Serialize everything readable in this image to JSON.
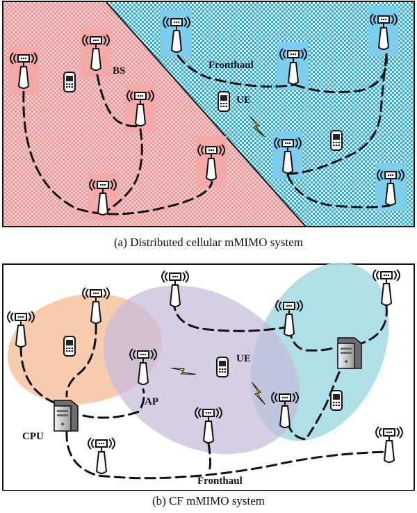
{
  "panel_a": {
    "caption": "(a) Distributed  cellular mMIMO system",
    "labels": {
      "bs": "BS",
      "fronthaul": "Fronthaul",
      "ue": "UE"
    },
    "colors": {
      "red_region": "#f2b6b6",
      "blue_region": "#3cb2de"
    }
  },
  "panel_b": {
    "caption": "(b) CF mMIMO system",
    "labels": {
      "cpu": "CPU",
      "ap": "AP",
      "ue": "UE",
      "fronthaul": "Fronthaul"
    },
    "colors": {
      "orange_cluster": "#f6c8a8",
      "purple_cluster": "#c8bedb",
      "cyan_cluster": "#9fd8e0"
    }
  }
}
